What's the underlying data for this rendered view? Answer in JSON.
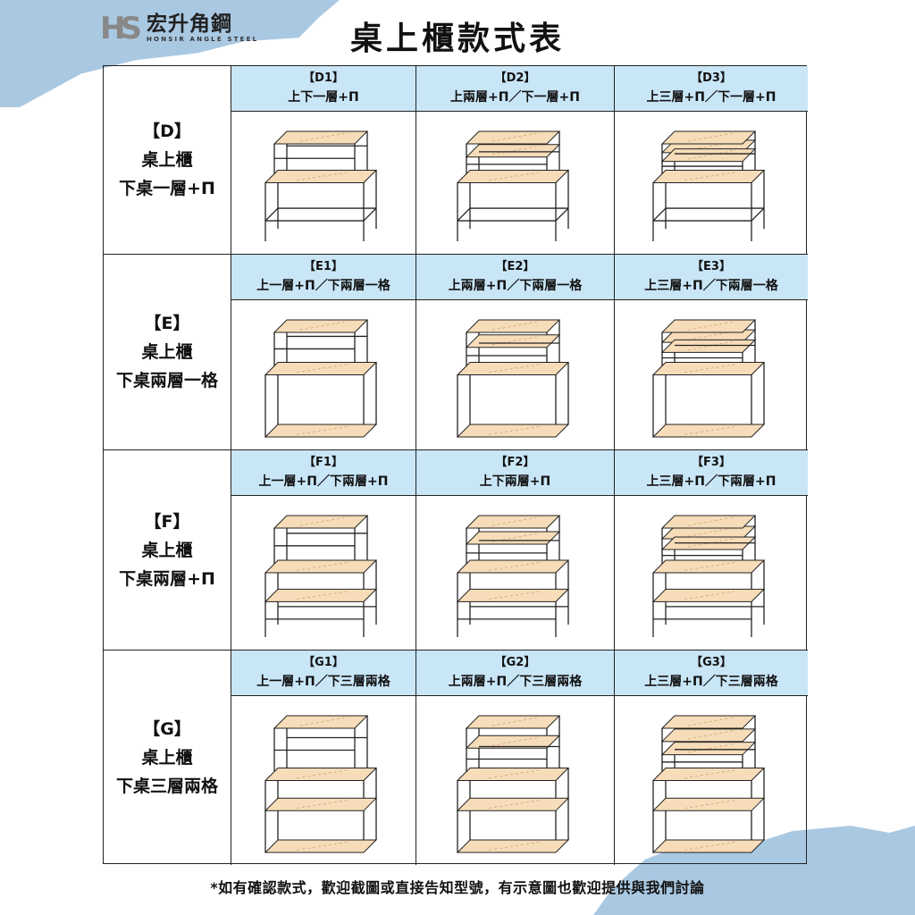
{
  "brand": {
    "mark": "HS",
    "name_cn": "宏升角鋼",
    "name_en": "HONSIR ANGLE STEEL"
  },
  "title": "桌上櫃款式表",
  "colors": {
    "header_bg": "#c9e6f7",
    "shelf_fill": "#f6dcb8",
    "frame": "#222222",
    "accent_blob": "#a9c8e2"
  },
  "rows": [
    {
      "code": "【D】",
      "line1": "桌上櫃",
      "line2": "下桌一層+П",
      "cells": [
        {
          "code": "【D1】",
          "desc": "上下一層+П",
          "upper": 1,
          "lower": "one"
        },
        {
          "code": "【D2】",
          "desc": "上兩層+П／下一層+П",
          "upper": 2,
          "lower": "one"
        },
        {
          "code": "【D3】",
          "desc": "上三層+П／下一層+П",
          "upper": 3,
          "lower": "one"
        }
      ]
    },
    {
      "code": "【E】",
      "line1": "桌上櫃",
      "line2": "下桌兩層一格",
      "cells": [
        {
          "code": "【E1】",
          "desc": "上一層+П／下兩層一格",
          "upper": 1,
          "lower": "two_grid"
        },
        {
          "code": "【E2】",
          "desc": "上兩層+П／下兩層一格",
          "upper": 2,
          "lower": "two_grid"
        },
        {
          "code": "【E3】",
          "desc": "上三層+П／下兩層一格",
          "upper": 3,
          "lower": "two_grid"
        }
      ]
    },
    {
      "code": "【F】",
      "line1": "桌上櫃",
      "line2": "下桌兩層+П",
      "cells": [
        {
          "code": "【F1】",
          "desc": "上一層+П／下兩層+П",
          "upper": 1,
          "lower": "two"
        },
        {
          "code": "【F2】",
          "desc": "上下兩層+П",
          "upper": 2,
          "lower": "two"
        },
        {
          "code": "【F3】",
          "desc": "上三層+П／下兩層+П",
          "upper": 3,
          "lower": "two"
        }
      ]
    },
    {
      "code": "【G】",
      "line1": "桌上櫃",
      "line2": "下桌三層兩格",
      "cells": [
        {
          "code": "【G1】",
          "desc": "上一層+П／下三層兩格",
          "upper": 1,
          "lower": "three_grid"
        },
        {
          "code": "【G2】",
          "desc": "上兩層+П／下三層兩格",
          "upper": 2,
          "lower": "three_grid"
        },
        {
          "code": "【G3】",
          "desc": "上三層+П／下三層兩格",
          "upper": 3,
          "lower": "three_grid"
        }
      ]
    }
  ],
  "footer": "*如有確認款式，歡迎截圖或直接告知型號，有示意圖也歡迎提供與我們討論"
}
